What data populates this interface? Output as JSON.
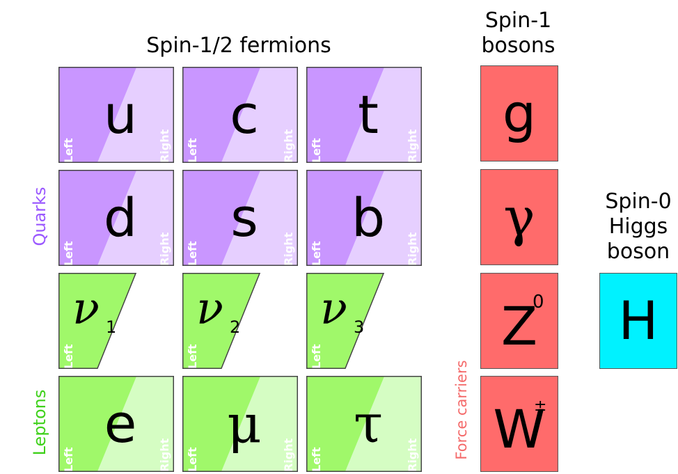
{
  "headings": {
    "fermions": "Spin-1/2 fermions",
    "bosons_line1": "Spin-1",
    "bosons_line2": "bosons",
    "higgs_line1": "Spin-0",
    "higgs_line2": "Higgs",
    "higgs_line3": "boson"
  },
  "group_labels": {
    "quarks": "Quarks",
    "leptons": "Leptons",
    "force_carriers": "Force carriers"
  },
  "chirality": {
    "left": "Left",
    "right": "Right"
  },
  "quarks": {
    "up_row": [
      "u",
      "c",
      "t"
    ],
    "down_row": [
      "d",
      "s",
      "b"
    ]
  },
  "neutrinos": [
    {
      "symbol": "ν",
      "sub": "1"
    },
    {
      "symbol": "ν",
      "sub": "2"
    },
    {
      "symbol": "ν",
      "sub": "3"
    }
  ],
  "charged_leptons": [
    "e",
    "μ",
    "τ"
  ],
  "gauge_bosons": [
    {
      "symbol": "g",
      "sup": ""
    },
    {
      "symbol": "γ",
      "sup": ""
    },
    {
      "symbol": "Z",
      "sup": "0"
    },
    {
      "symbol": "W",
      "sup": "±"
    }
  ],
  "higgs": {
    "symbol": "H"
  },
  "colors": {
    "quark_dark": "#c996ff",
    "quark_light": "#e6cfff",
    "lepton_dark": "#a0f86a",
    "lepton_light": "#d5fdc3",
    "gauge": "#ff6b6b",
    "higgs": "#00f2ff",
    "quarks_label": "#9b59ff",
    "leptons_label": "#3fd11b",
    "force_label": "#f46a6a"
  }
}
